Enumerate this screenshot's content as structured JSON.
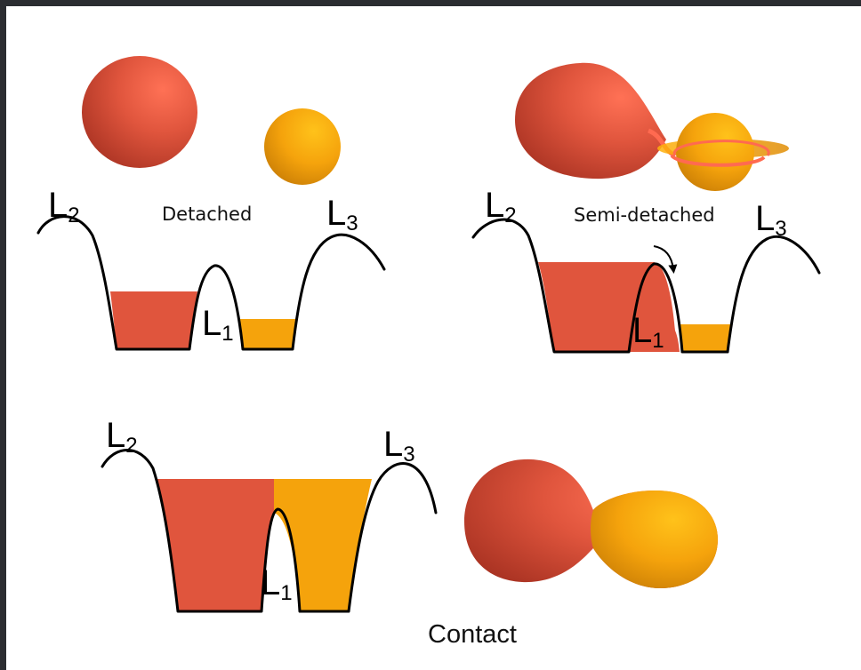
{
  "panels": {
    "detached": {
      "caption": "Detached",
      "l2": {
        "main": "L",
        "sub": "2"
      },
      "l3": {
        "main": "L",
        "sub": "3"
      },
      "l1": {
        "main": "L",
        "sub": "1"
      }
    },
    "semi_detached": {
      "caption": "Semi-detached",
      "l2": {
        "main": "L",
        "sub": "2"
      },
      "l3": {
        "main": "L",
        "sub": "3"
      },
      "l1": {
        "main": "L",
        "sub": "1"
      }
    },
    "contact": {
      "caption": "Contact",
      "l2": {
        "main": "L",
        "sub": "2"
      },
      "l3": {
        "main": "L",
        "sub": "3"
      },
      "l1": {
        "main": "L",
        "sub": "1"
      }
    }
  },
  "colors": {
    "primary_star": "#e0553d",
    "secondary_star": "#f5a30c",
    "curve": "#000000",
    "background": "#ffffff",
    "frame": "#2b2d31"
  }
}
